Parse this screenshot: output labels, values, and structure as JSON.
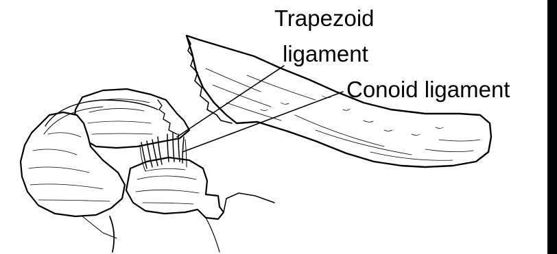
{
  "labels": {
    "trapezoid_line1": "Trapezoid",
    "trapezoid_line2": "ligament",
    "conoid": "Conoid ligament"
  },
  "colors": {
    "ink": "#000000",
    "paper": "#ffffff",
    "edge_strip": "#000000"
  }
}
